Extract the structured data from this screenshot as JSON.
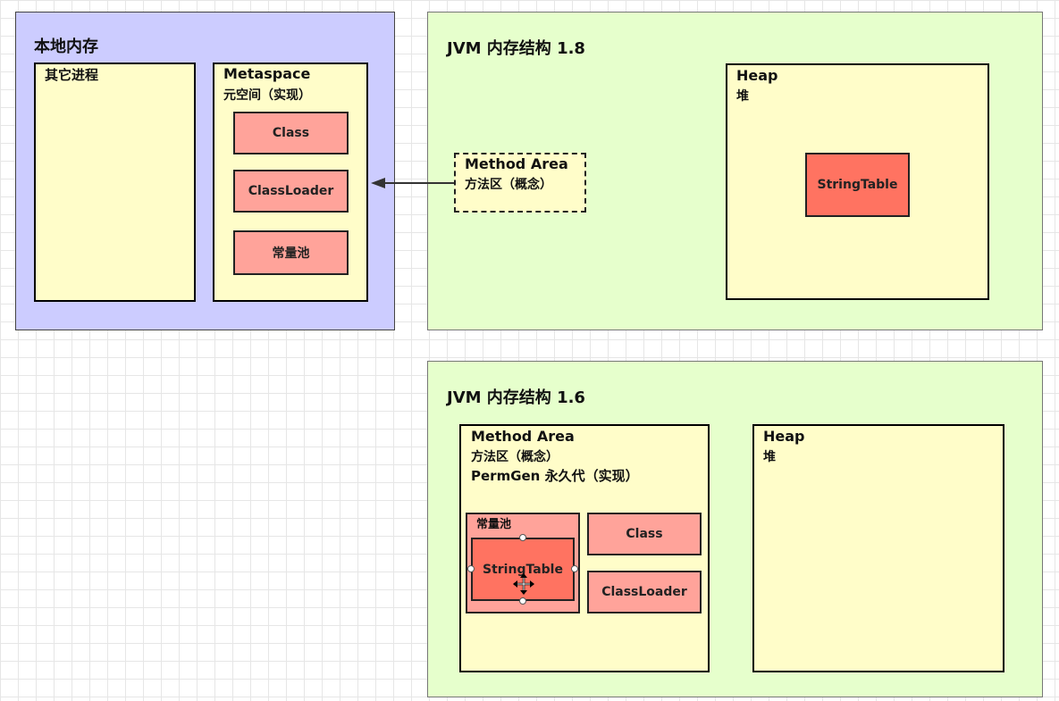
{
  "local_memory": {
    "title": "本地内存",
    "other_process": "其它进程",
    "metaspace": {
      "title": "Metaspace",
      "subtitle": "元空间（实现）",
      "items": [
        "Class",
        "ClassLoader",
        "常量池"
      ]
    }
  },
  "jvm18": {
    "title": "JVM 内存结构 1.8",
    "method_area": {
      "title": "Method Area",
      "subtitle": "方法区（概念）"
    },
    "heap": {
      "title": "Heap",
      "subtitle": "堆",
      "string_table": "StringTable"
    }
  },
  "jvm16": {
    "title": "JVM 内存结构 1.6",
    "method_area": {
      "title": "Method Area",
      "line2": "方法区（概念）",
      "line3": "PermGen 永久代（实现）",
      "constant_pool": {
        "title": "常量池",
        "string_table": "StringTable"
      },
      "class": "Class",
      "classloader": "ClassLoader"
    },
    "heap": {
      "title": "Heap",
      "subtitle": "堆"
    }
  },
  "colors": {
    "local_memory_bg": "#ccccff",
    "jvm_bg": "#e6ffcc",
    "box_bg": "#fffdc9",
    "item_bg": "#ffa39a",
    "string_table_bg": "#ff7361"
  }
}
